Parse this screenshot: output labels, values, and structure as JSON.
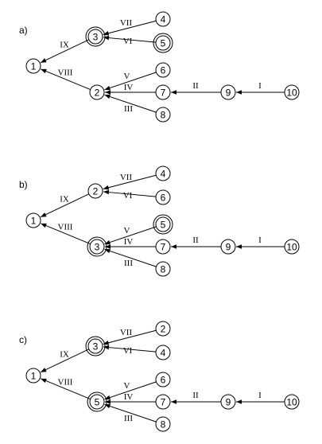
{
  "panels": [
    {
      "label": "a)",
      "nodes": [
        {
          "id": "n1",
          "text": "1",
          "double": false
        },
        {
          "id": "n3",
          "text": "3",
          "double": true
        },
        {
          "id": "n2",
          "text": "2",
          "double": false
        },
        {
          "id": "n4",
          "text": "4",
          "double": false
        },
        {
          "id": "n5",
          "text": "5",
          "double": true
        },
        {
          "id": "n6",
          "text": "6",
          "double": false
        },
        {
          "id": "n7",
          "text": "7",
          "double": false
        },
        {
          "id": "n8",
          "text": "8",
          "double": false
        },
        {
          "id": "n9",
          "text": "9",
          "double": false
        },
        {
          "id": "n10",
          "text": "10",
          "double": false
        }
      ],
      "edges": [
        {
          "label": "IX",
          "from": "top",
          "to": "root"
        },
        {
          "label": "VIII",
          "from": "bottom",
          "to": "root"
        },
        {
          "label": "VII",
          "from": "t1",
          "to": "top"
        },
        {
          "label": "VI",
          "from": "t2",
          "to": "top"
        },
        {
          "label": "V",
          "from": "b1",
          "to": "bottom"
        },
        {
          "label": "IV",
          "from": "b2",
          "to": "bottom"
        },
        {
          "label": "III",
          "from": "b3",
          "to": "bottom"
        },
        {
          "label": "II",
          "from": "c1",
          "to": "b2"
        },
        {
          "label": "I",
          "from": "c2",
          "to": "c1"
        }
      ]
    },
    {
      "label": "b)",
      "nodes": [
        {
          "id": "n1",
          "text": "1",
          "double": false
        },
        {
          "id": "n2",
          "text": "2",
          "double": false
        },
        {
          "id": "n3",
          "text": "3",
          "double": true
        },
        {
          "id": "n4",
          "text": "4",
          "double": false
        },
        {
          "id": "n6",
          "text": "6",
          "double": false
        },
        {
          "id": "n5",
          "text": "5",
          "double": true
        },
        {
          "id": "n7",
          "text": "7",
          "double": false
        },
        {
          "id": "n8",
          "text": "8",
          "double": false
        },
        {
          "id": "n9",
          "text": "9",
          "double": false
        },
        {
          "id": "n10",
          "text": "10",
          "double": false
        }
      ],
      "edges": [
        {
          "label": "IX",
          "from": "top",
          "to": "root"
        },
        {
          "label": "VIII",
          "from": "bottom",
          "to": "root"
        },
        {
          "label": "VII",
          "from": "t1",
          "to": "top"
        },
        {
          "label": "VI",
          "from": "t2",
          "to": "top"
        },
        {
          "label": "V",
          "from": "b1",
          "to": "bottom"
        },
        {
          "label": "IV",
          "from": "b2",
          "to": "bottom"
        },
        {
          "label": "III",
          "from": "b3",
          "to": "bottom"
        },
        {
          "label": "II",
          "from": "c1",
          "to": "b2"
        },
        {
          "label": "I",
          "from": "c2",
          "to": "c1"
        }
      ]
    },
    {
      "label": "c)",
      "nodes": [
        {
          "id": "n1",
          "text": "1",
          "double": false
        },
        {
          "id": "n3",
          "text": "3",
          "double": true
        },
        {
          "id": "n5",
          "text": "5",
          "double": true
        },
        {
          "id": "n2",
          "text": "2",
          "double": false
        },
        {
          "id": "n4",
          "text": "4",
          "double": false
        },
        {
          "id": "n6",
          "text": "6",
          "double": false
        },
        {
          "id": "n7",
          "text": "7",
          "double": false
        },
        {
          "id": "n8",
          "text": "8",
          "double": false
        },
        {
          "id": "n9",
          "text": "9",
          "double": false
        },
        {
          "id": "n10",
          "text": "10",
          "double": false
        }
      ],
      "edges": [
        {
          "label": "IX",
          "from": "top",
          "to": "root"
        },
        {
          "label": "VIII",
          "from": "bottom",
          "to": "root"
        },
        {
          "label": "VII",
          "from": "t1",
          "to": "top"
        },
        {
          "label": "VI",
          "from": "t2",
          "to": "top"
        },
        {
          "label": "V",
          "from": "b1",
          "to": "bottom"
        },
        {
          "label": "IV",
          "from": "b2",
          "to": "bottom"
        },
        {
          "label": "III",
          "from": "b3",
          "to": "bottom"
        },
        {
          "label": "II",
          "from": "c1",
          "to": "b2"
        },
        {
          "label": "I",
          "from": "c2",
          "to": "c1"
        }
      ]
    }
  ]
}
